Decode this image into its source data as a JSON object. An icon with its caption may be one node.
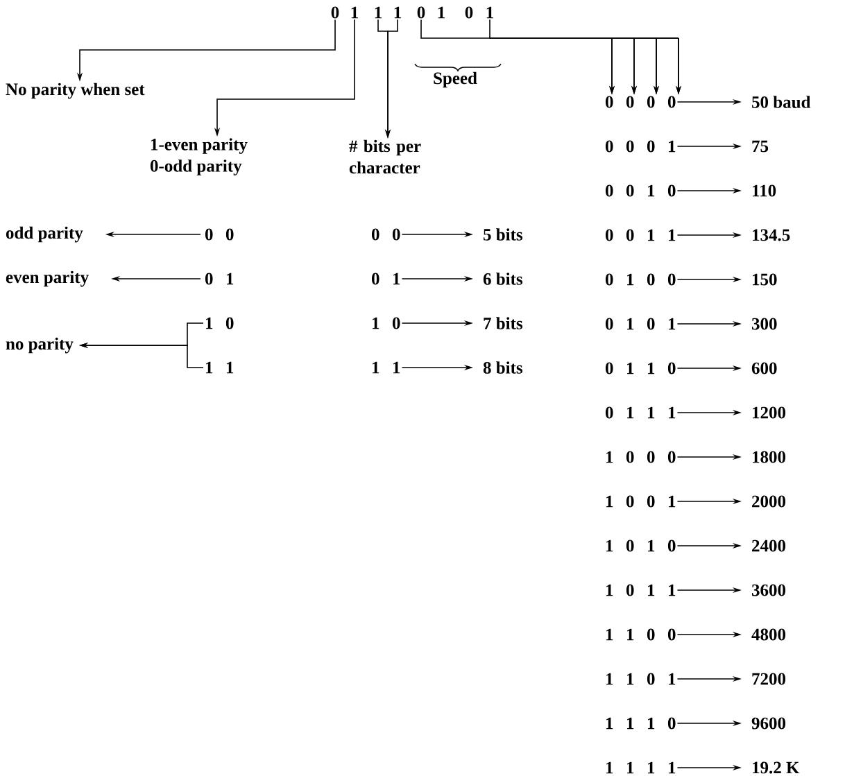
{
  "diagram": {
    "nodes": [
      {
        "text": [
          "0"
        ]
      },
      {
        "text": [
          "1"
        ]
      },
      {
        "text": [
          "1"
        ]
      },
      {
        "text": [
          "1"
        ]
      },
      {
        "text": [
          "0"
        ]
      },
      {
        "text": [
          "1"
        ]
      },
      {
        "text": [
          "0"
        ]
      },
      {
        "text": [
          "1"
        ]
      },
      {
        "text": [
          "No parity when set"
        ]
      },
      {
        "text": [
          "1-even parity",
          "0-odd parity"
        ]
      },
      {
        "text": [
          "# bits per character"
        ]
      },
      {
        "text": [
          "odd parity"
        ]
      },
      {
        "text": [
          "0 0"
        ]
      },
      {
        "text": [
          "even parity"
        ]
      },
      {
        "text": [
          "0 1"
        ]
      },
      {
        "text": [
          "no parity"
        ]
      },
      {
        "text": [
          "1 0"
        ]
      },
      {
        "text": [
          "1 1"
        ]
      },
      {
        "text": [
          "0 0"
        ]
      },
      {
        "text": [
          "5 bits"
        ]
      },
      {
        "text": [
          "0 1"
        ]
      },
      {
        "text": [
          "6 bits"
        ]
      },
      {
        "text": [
          "1 0"
        ]
      },
      {
        "text": [
          "7 bits"
        ]
      },
      {
        "text": [
          "1 1"
        ]
      },
      {
        "text": [
          "8 bits"
        ]
      },
      {
        "text": [
          "0 0 0 0"
        ]
      },
      {
        "text": [
          "50 baud"
        ]
      },
      {
        "text": [
          "0 0 0 1"
        ]
      },
      {
        "text": [
          "75"
        ]
      },
      {
        "text": [
          "0 0 1 0"
        ]
      },
      {
        "text": [
          "110"
        ]
      },
      {
        "text": [
          "0 0 1 1"
        ]
      },
      {
        "text": [
          "134.5"
        ]
      },
      {
        "text": [
          "0 1 0 0"
        ]
      },
      {
        "text": [
          "150"
        ]
      },
      {
        "text": [
          "0 1 0 1"
        ]
      },
      {
        "text": [
          "300"
        ]
      },
      {
        "text": [
          "0 1 1 0"
        ]
      },
      {
        "text": [
          "600"
        ]
      },
      {
        "text": [
          "0 1 1 1"
        ]
      },
      {
        "text": [
          "1200"
        ]
      },
      {
        "text": [
          "1 0 0 0"
        ]
      },
      {
        "text": [
          "1800"
        ]
      },
      {
        "text": [
          "1 0 0 1"
        ]
      },
      {
        "text": [
          "2000"
        ]
      },
      {
        "text": [
          "1 0 1 0"
        ]
      },
      {
        "text": [
          "2400"
        ]
      },
      {
        "text": [
          "1 0 1 1"
        ]
      },
      {
        "text": [
          "3600"
        ]
      },
      {
        "text": [
          "1 1 0 0"
        ]
      },
      {
        "text": [
          "4800"
        ]
      },
      {
        "text": [
          "1 1 0 1"
        ]
      },
      {
        "text": [
          "7200"
        ]
      },
      {
        "text": [
          "1 1 1 0"
        ]
      },
      {
        "text": [
          "9600"
        ]
      },
      {
        "text": [
          "1 1 1 1"
        ]
      },
      {
        "text": [
          "19.2 K"
        ]
      }
    ],
    "edges": [
      {
        "from": 0,
        "to": 8,
        "arrow": "to"
      },
      {
        "from": 1,
        "to": 9,
        "arrow": "to"
      },
      {
        "from": 2,
        "to": 10,
        "arrow": "to"
      },
      {
        "from": 3,
        "to": 10,
        "arrow": "to"
      },
      {
        "from": 4,
        "to": 26,
        "arrow": "to"
      },
      {
        "from": 7,
        "to": 26,
        "arrow": "to"
      },
      {
        "from": 12,
        "to": 11,
        "arrow": "to"
      },
      {
        "from": 14,
        "to": 13,
        "arrow": "to"
      },
      {
        "from": 16,
        "to": 15,
        "arrow": "to"
      },
      {
        "from": 17,
        "to": 15,
        "arrow": "to"
      },
      {
        "from": 18,
        "to": 19,
        "arrow": "to"
      },
      {
        "from": 20,
        "to": 21,
        "arrow": "to"
      },
      {
        "from": 22,
        "to": 23,
        "arrow": "to"
      },
      {
        "from": 24,
        "to": 25,
        "arrow": "to"
      },
      {
        "from": 26,
        "to": 27,
        "arrow": "to"
      },
      {
        "from": 28,
        "to": 29,
        "arrow": "to"
      },
      {
        "from": 30,
        "to": 31,
        "arrow": "to"
      },
      {
        "from": 32,
        "to": 33,
        "arrow": "to"
      },
      {
        "from": 34,
        "to": 35,
        "arrow": "to"
      },
      {
        "from": 36,
        "to": 37,
        "arrow": "to"
      },
      {
        "from": 38,
        "to": 39,
        "arrow": "to"
      },
      {
        "from": 40,
        "to": 41,
        "arrow": "to"
      },
      {
        "from": 42,
        "to": 43,
        "arrow": "to"
      },
      {
        "from": 44,
        "to": 45,
        "arrow": "to"
      },
      {
        "from": 46,
        "to": 47,
        "arrow": "to"
      },
      {
        "from": 48,
        "to": 49,
        "arrow": "to"
      },
      {
        "from": 50,
        "to": 51,
        "arrow": "to"
      },
      {
        "from": 52,
        "to": 53,
        "arrow": "to"
      },
      {
        "from": 54,
        "to": 55,
        "arrow": "to"
      },
      {
        "from": 56,
        "to": 57,
        "arrow": "to"
      }
    ],
    "labels": [
      "Speed"
    ]
  }
}
